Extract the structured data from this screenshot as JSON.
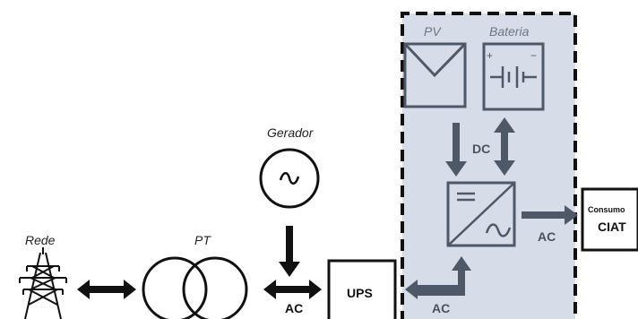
{
  "labels": {
    "rede": "Rede",
    "pt": "PT",
    "gerador": "Gerador",
    "ac_left": "AC",
    "ups": "UPS",
    "ac_bottom": "AC",
    "pv": "PV",
    "bateria": "Bateria",
    "dc": "DC",
    "ac_right": "AC",
    "consumo": "Consumo",
    "ciat": "CIAT",
    "battery_plus": "+",
    "battery_minus": "−"
  },
  "colors": {
    "black": "#111111",
    "grey": "#4f5866",
    "panel_fill": "#d6dde9"
  }
}
